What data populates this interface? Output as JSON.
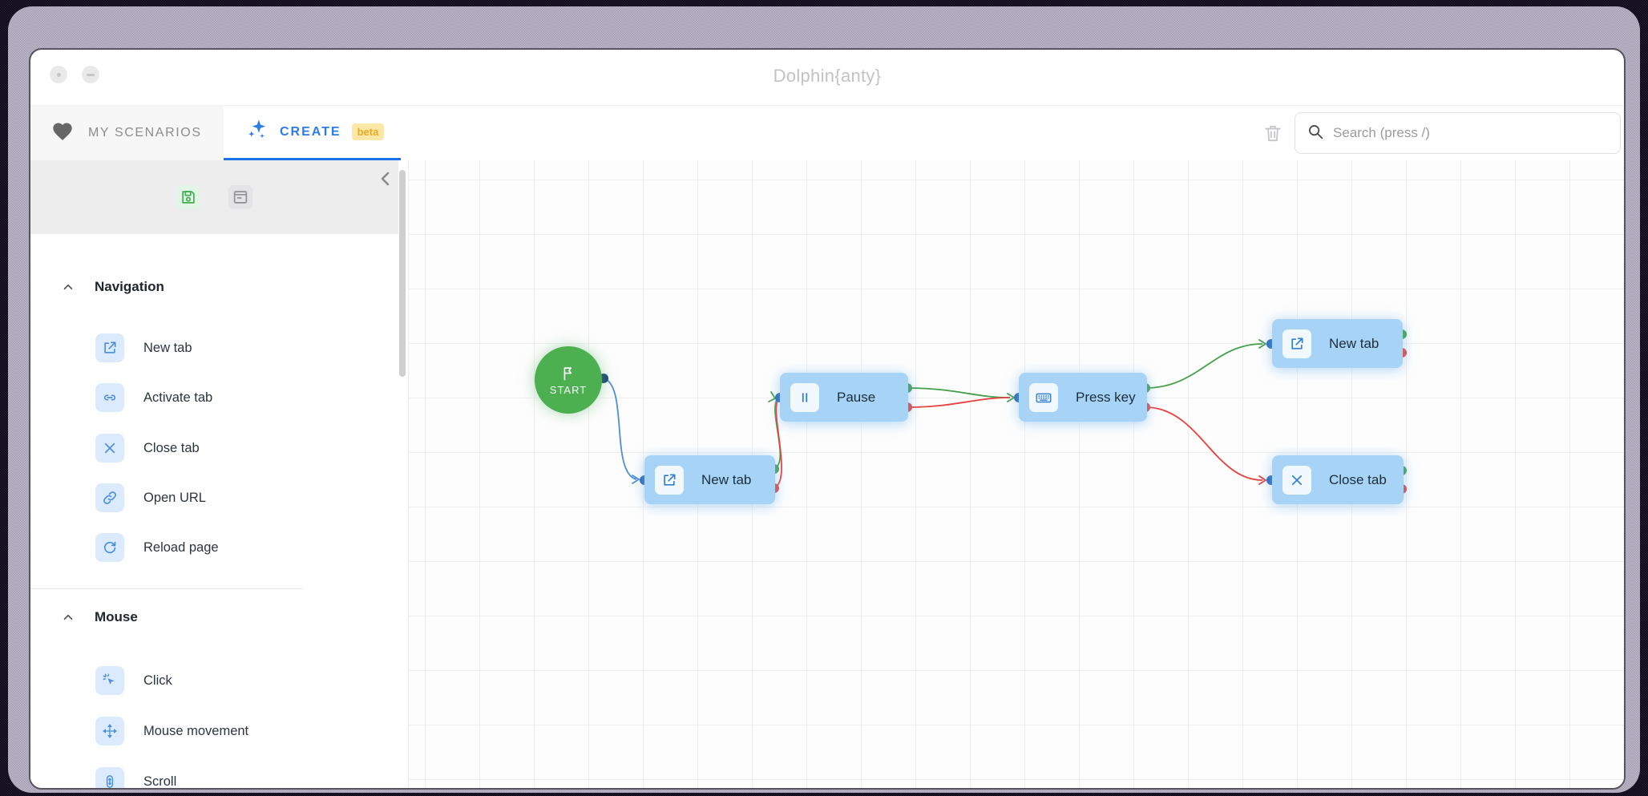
{
  "window": {
    "title": "Dolphin{anty}"
  },
  "tabs": {
    "my_scenarios": "MY SCENARIOS",
    "create": "CREATE",
    "beta": "beta"
  },
  "toolbar": {
    "search_placeholder": "Search (press /)"
  },
  "sidebar": {
    "sections": [
      {
        "label": "Navigation",
        "items": [
          {
            "label": "New tab",
            "icon": "new-tab-icon"
          },
          {
            "label": "Activate tab",
            "icon": "activate-tab-icon"
          },
          {
            "label": "Close tab",
            "icon": "close-tab-icon"
          },
          {
            "label": "Open URL",
            "icon": "open-url-icon"
          },
          {
            "label": "Reload page",
            "icon": "reload-page-icon"
          }
        ]
      },
      {
        "label": "Mouse",
        "items": [
          {
            "label": "Click",
            "icon": "click-icon"
          },
          {
            "label": "Mouse movement",
            "icon": "mouse-movement-icon"
          },
          {
            "label": "Scroll",
            "icon": "scroll-icon"
          }
        ]
      }
    ]
  },
  "canvas": {
    "nodes": [
      {
        "id": "start",
        "label": "START",
        "type": "start"
      },
      {
        "id": "new-tab-1",
        "label": "New tab",
        "type": "action",
        "icon": "new-tab-icon"
      },
      {
        "id": "pause",
        "label": "Pause",
        "type": "action",
        "icon": "pause-icon"
      },
      {
        "id": "press-key",
        "label": "Press key",
        "type": "action",
        "icon": "keyboard-icon"
      },
      {
        "id": "new-tab-2",
        "label": "New tab",
        "type": "action",
        "icon": "new-tab-icon"
      },
      {
        "id": "close-tab",
        "label": "Close tab",
        "type": "action",
        "icon": "close-tab-icon"
      }
    ],
    "edges": [
      {
        "from": "start",
        "to": "new-tab-1",
        "type": "default"
      },
      {
        "from": "new-tab-1",
        "to": "pause",
        "type": "success"
      },
      {
        "from": "new-tab-1",
        "to": "pause",
        "type": "error"
      },
      {
        "from": "pause",
        "to": "press-key",
        "type": "success"
      },
      {
        "from": "pause",
        "to": "press-key",
        "type": "error"
      },
      {
        "from": "press-key",
        "to": "new-tab-2",
        "type": "success"
      },
      {
        "from": "press-key",
        "to": "close-tab",
        "type": "error"
      }
    ],
    "colors": {
      "node_fill": "#a6d3f6",
      "success": "#43a047",
      "error": "#e7403c",
      "edge_default": "#4f8fd3",
      "start_fill": "#4caf50",
      "input_port": "#2a66b8",
      "accent": "#1a73e8"
    }
  }
}
